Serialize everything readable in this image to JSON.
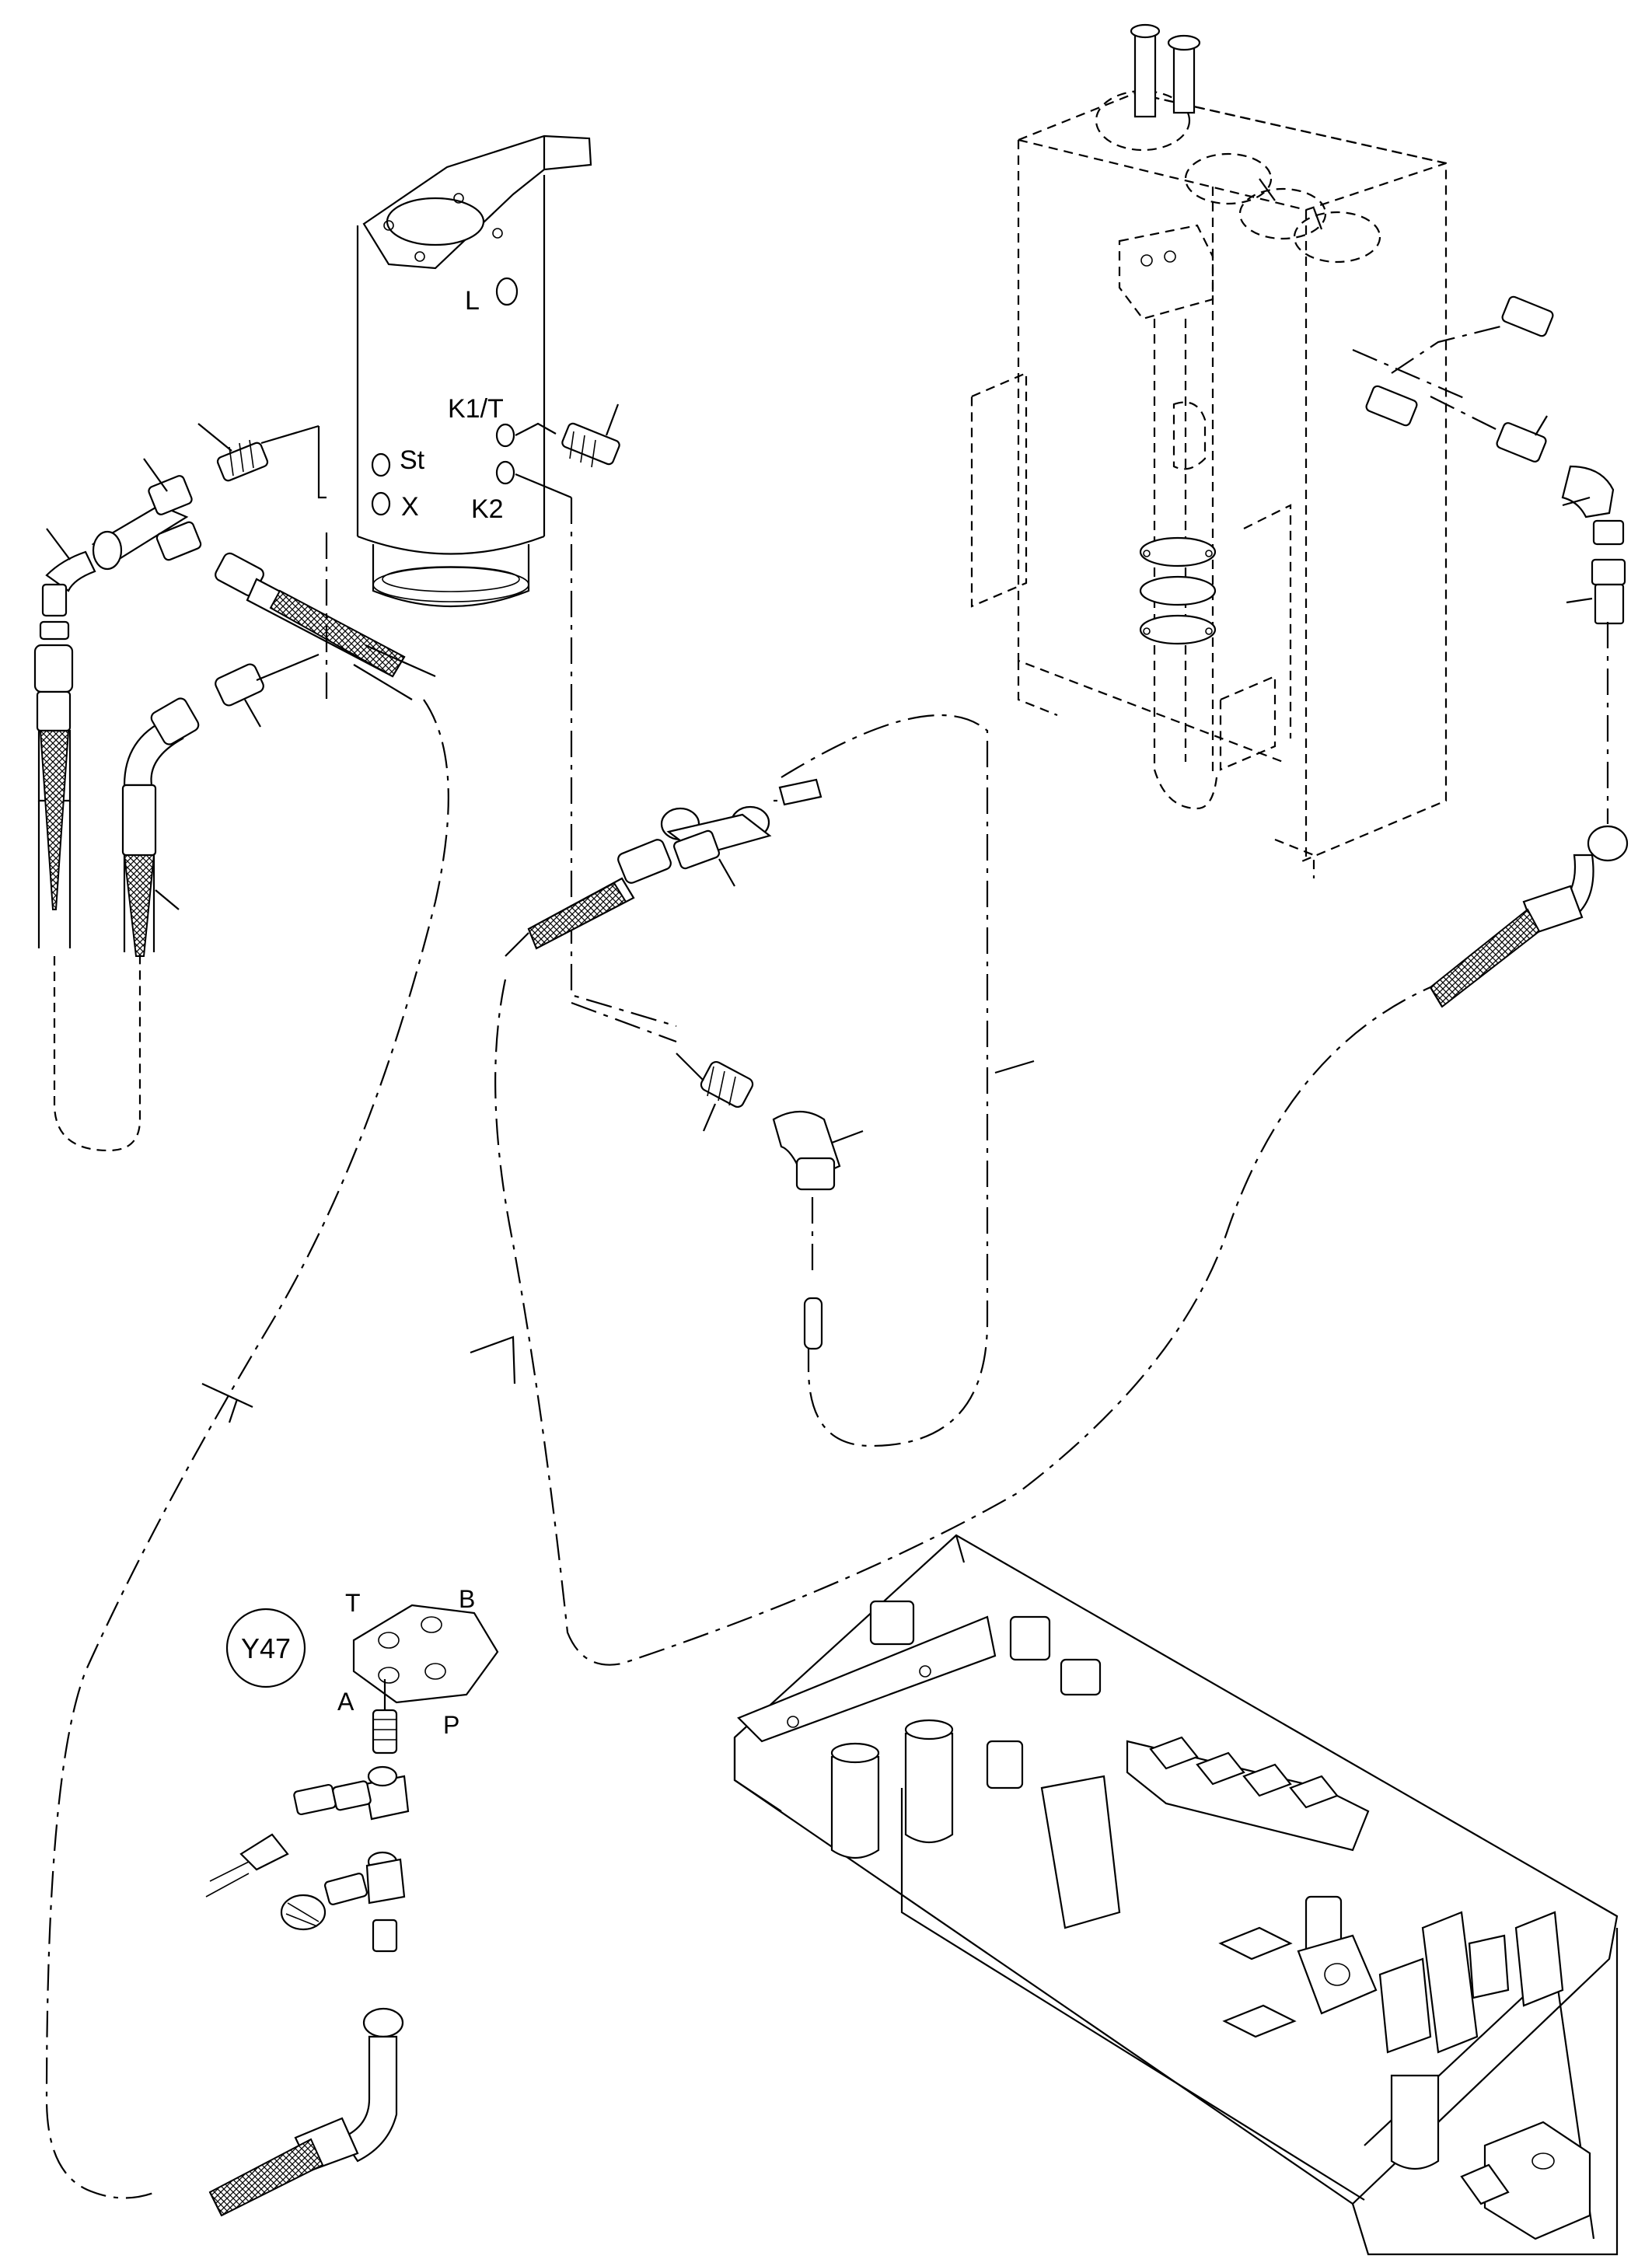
{
  "accumulator": {
    "port_L": "L",
    "port_K1T": "K1/T",
    "port_St": "St",
    "port_X": "X",
    "port_K2": "K2"
  },
  "valve": {
    "id": "Y47",
    "port_T": "T",
    "port_B": "B",
    "port_A": "A",
    "port_P": "P"
  }
}
